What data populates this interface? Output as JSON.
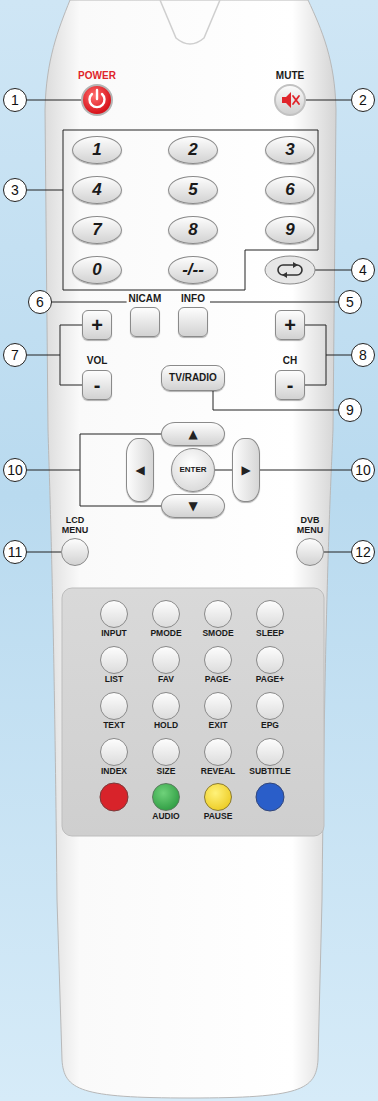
{
  "diagram": {
    "nodes": [
      {
        "text": [
          "1"
        ]
      },
      {
        "text": [
          "POWER"
        ]
      },
      {
        "text": [
          "MUTE"
        ]
      },
      {
        "text": [
          "2"
        ]
      },
      {
        "text": [
          "1"
        ]
      },
      {
        "text": [
          "2"
        ]
      },
      {
        "text": [
          "3"
        ]
      },
      {
        "text": [
          "3"
        ]
      },
      {
        "text": [
          "4"
        ]
      },
      {
        "text": [
          "5"
        ]
      },
      {
        "text": [
          "6"
        ]
      },
      {
        "text": [
          "7"
        ]
      },
      {
        "text": [
          "8"
        ]
      },
      {
        "text": [
          "9"
        ]
      },
      {
        "text": [
          "0"
        ]
      },
      {
        "text": [
          "-/--"
        ]
      },
      {
        "text": [
          "4"
        ]
      },
      {
        "text": [
          "6"
        ]
      },
      {
        "text": [
          "NICAM"
        ]
      },
      {
        "text": [
          "INFO"
        ]
      },
      {
        "text": [
          "5"
        ]
      },
      {
        "text": [
          "7"
        ]
      },
      {
        "text": [
          "+"
        ]
      },
      {
        "text": [
          "-"
        ]
      },
      {
        "text": [
          "TV/RADIO"
        ]
      },
      {
        "text": [
          "+"
        ]
      },
      {
        "text": [
          "-"
        ]
      },
      {
        "text": [
          "8"
        ]
      },
      {
        "text": [
          "9"
        ]
      },
      {
        "text": [
          "▲"
        ]
      },
      {
        "text": [
          "10"
        ]
      },
      {
        "text": [
          "◀"
        ]
      },
      {
        "text": [
          "ENTER"
        ]
      },
      {
        "text": [
          "▶"
        ]
      },
      {
        "text": [
          "10"
        ]
      },
      {
        "text": [
          "▼"
        ]
      },
      {
        "text": [
          "11"
        ]
      },
      {
        "text": [
          "LCD MENU"
        ]
      },
      {
        "text": [
          "DVB MENU"
        ]
      },
      {
        "text": [
          "12"
        ]
      },
      {
        "text": [
          "INPUT"
        ]
      },
      {
        "text": [
          "PMODE"
        ]
      },
      {
        "text": [
          "SMODE"
        ]
      },
      {
        "text": [
          "SLEEP"
        ]
      },
      {
        "text": [
          "LIST"
        ]
      },
      {
        "text": [
          "FAV"
        ]
      },
      {
        "text": [
          "PAGE-"
        ]
      },
      {
        "text": [
          "PAGE+"
        ]
      },
      {
        "text": [
          "TEXT"
        ]
      },
      {
        "text": [
          "HOLD"
        ]
      },
      {
        "text": [
          "EXIT"
        ]
      },
      {
        "text": [
          "EPG"
        ]
      },
      {
        "text": [
          "INDEX"
        ]
      },
      {
        "text": [
          "SIZE"
        ]
      },
      {
        "text": [
          "REVEAL"
        ]
      },
      {
        "text": [
          "SUBTITLE"
        ]
      },
      {
        "text": [
          "AUDIO"
        ]
      },
      {
        "text": [
          "PAUSE"
        ]
      }
    ],
    "edges": [
      {
        "from": 0,
        "to": 1,
        "arrow": "none"
      },
      {
        "from": 3,
        "to": 2,
        "arrow": "none"
      },
      {
        "from": 17,
        "to": 18,
        "arrow": "none"
      },
      {
        "from": 20,
        "to": 19,
        "arrow": "none"
      },
      {
        "from": 28,
        "to": 24,
        "arrow": "none"
      },
      {
        "from": 34,
        "to": 32,
        "arrow": "none"
      },
      {
        "from": 36,
        "to": 37,
        "arrow": "none"
      },
      {
        "from": 39,
        "to": 38,
        "arrow": "none"
      }
    ],
    "labels": [
      "VOL",
      "CH"
    ]
  }
}
